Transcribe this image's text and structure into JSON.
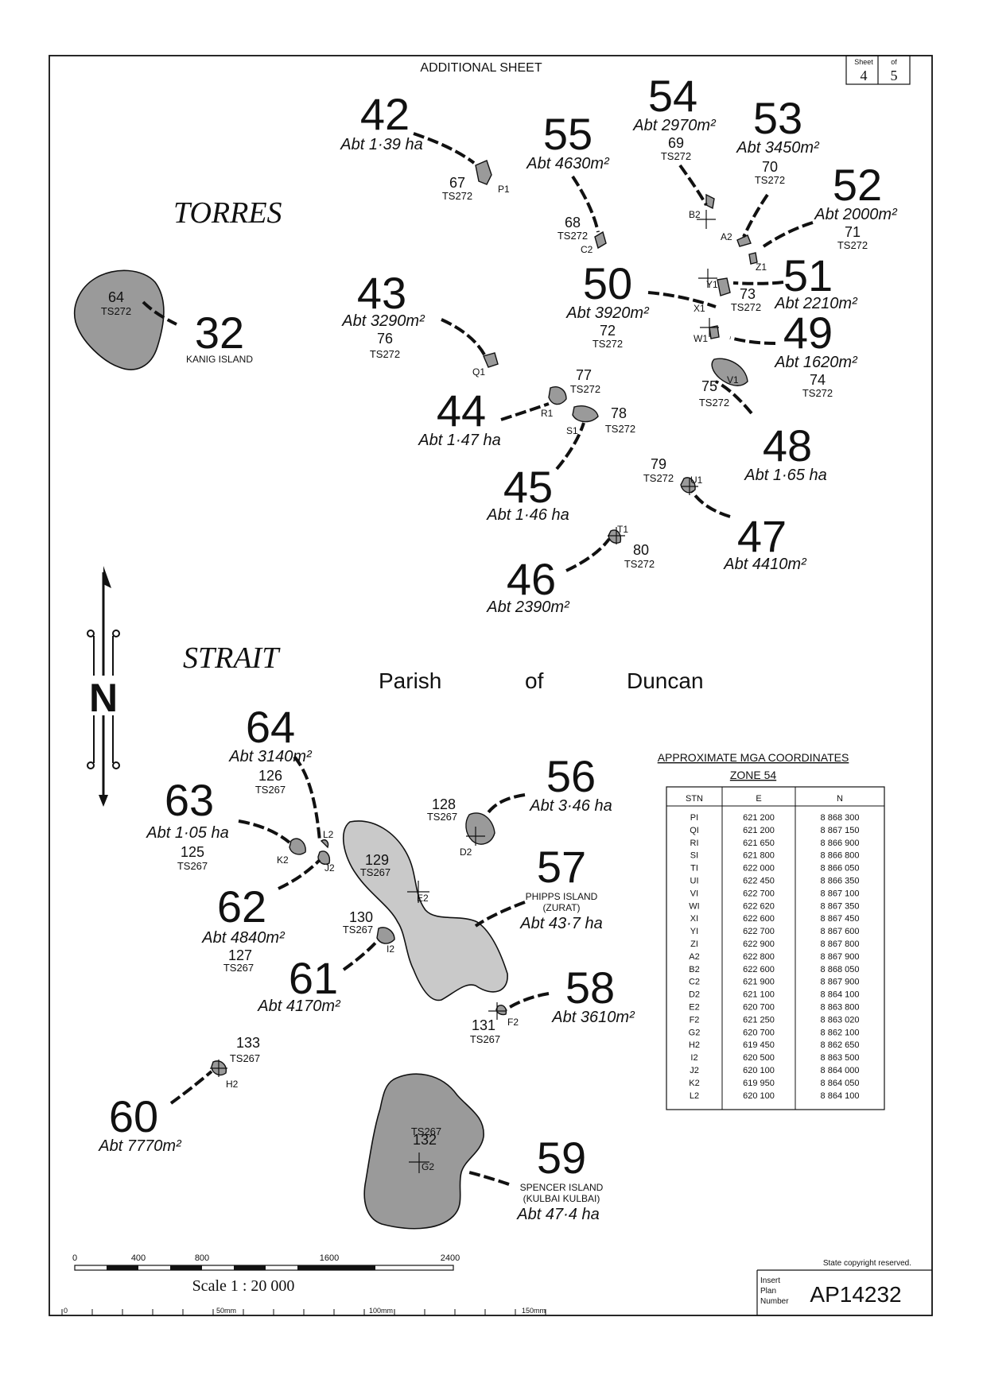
{
  "sheet": {
    "heading": "ADDITIONAL SHEET",
    "sheet_label": "Sheet",
    "sheet_number": "4",
    "of_label": "of",
    "sheet_total": "5",
    "copyright": "State copyright reserved.",
    "insert_label_1": "Insert",
    "insert_label_2": "Plan",
    "insert_label_3": "Number",
    "plan_number": "AP14232"
  },
  "place_names": {
    "torres": "TORRES",
    "strait": "STRAIT",
    "parish": "Parish",
    "of": "of",
    "duncan": "Duncan",
    "north": "N"
  },
  "lots": [
    {
      "id": "42",
      "area": "Abt 1·39 ha",
      "sub_num": "67",
      "sub_ts": "TS272",
      "stn": "P1"
    },
    {
      "id": "55",
      "area": "Abt 4630m²",
      "sub_num": "68",
      "sub_ts": "TS272",
      "stn": "C2"
    },
    {
      "id": "54",
      "area": "Abt 2970m²",
      "sub_num": "69",
      "sub_ts": "TS272",
      "stn": "B2"
    },
    {
      "id": "53",
      "area": "Abt 3450m²",
      "sub_num": "70",
      "sub_ts": "TS272",
      "stn": "A2"
    },
    {
      "id": "52",
      "area": "Abt 2000m²",
      "sub_num": "71",
      "sub_ts": "TS272",
      "stn": "Z1"
    },
    {
      "id": "51",
      "area": "Abt 2210m²",
      "sub_num": "73",
      "sub_ts": "TS272",
      "stn": "Y1"
    },
    {
      "id": "50",
      "area": "Abt 3920m²",
      "sub_num": "72",
      "sub_ts": "TS272",
      "stn": "X1"
    },
    {
      "id": "49",
      "area": "Abt 1620m²",
      "sub_num": "74",
      "sub_ts": "TS272",
      "stn": "W1"
    },
    {
      "id": "48",
      "area": "Abt 1·65 ha",
      "sub_num": "75",
      "sub_ts": "TS272",
      "stn": "V1"
    },
    {
      "id": "43",
      "area": "Abt 3290m²",
      "sub_num": "76",
      "sub_ts": "TS272",
      "stn": "Q1"
    },
    {
      "id": "44",
      "area": "Abt 1·47 ha",
      "sub_num": "77",
      "sub_ts": "TS272",
      "stn": "R1"
    },
    {
      "id": "45",
      "area": "Abt 1·46 ha",
      "sub_num": "78",
      "sub_ts": "TS272",
      "stn": "S1"
    },
    {
      "id": "47",
      "area": "Abt 4410m²",
      "sub_num": "79",
      "sub_ts": "TS272",
      "stn": "U1"
    },
    {
      "id": "46",
      "area": "Abt 2390m²",
      "sub_num": "80",
      "sub_ts": "TS272",
      "stn": "T1"
    },
    {
      "id": "32",
      "area": "KANIG ISLAND",
      "sub_num": "64",
      "sub_ts": "TS272",
      "stn": ""
    },
    {
      "id": "64",
      "area": "Abt 3140m²",
      "sub_num": "126",
      "sub_ts": "TS267",
      "stn": "L2"
    },
    {
      "id": "63",
      "area": "Abt 1·05 ha",
      "sub_num": "125",
      "sub_ts": "TS267",
      "stn": "K2"
    },
    {
      "id": "62",
      "area": "Abt 4840m²",
      "sub_num": "127",
      "sub_ts": "TS267",
      "stn": "J2"
    },
    {
      "id": "61",
      "area": "Abt 4170m²",
      "sub_num": "130",
      "sub_ts": "TS267",
      "stn": "I2"
    },
    {
      "id": "56",
      "area": "Abt 3·46 ha",
      "sub_num": "128",
      "sub_ts": "TS267",
      "stn": "D2"
    },
    {
      "id": "57",
      "area": "Abt 43·7 ha",
      "sub_num": "129",
      "sub_ts": "TS267",
      "stn": "E2",
      "island": "PHIPPS ISLAND",
      "island_alt": "(ZURAT)"
    },
    {
      "id": "58",
      "area": "Abt 3610m²",
      "sub_num": "131",
      "sub_ts": "TS267",
      "stn": "F2"
    },
    {
      "id": "60",
      "area": "Abt 7770m²",
      "sub_num": "133",
      "sub_ts": "TS267",
      "stn": "H2"
    },
    {
      "id": "59",
      "area": "Abt 47·4 ha",
      "sub_num": "132",
      "sub_ts": "TS267",
      "stn": "G2",
      "island": "SPENCER ISLAND",
      "island_alt": "(KULBAI KULBAI)"
    }
  ],
  "coordinates": {
    "title": "APPROXIMATE MGA COORDINATES",
    "zone": "ZONE 54",
    "headers": [
      "STN",
      "E",
      "N"
    ],
    "rows": [
      [
        "PI",
        "621 200",
        "8 868 300"
      ],
      [
        "QI",
        "621 200",
        "8 867 150"
      ],
      [
        "RI",
        "621 650",
        "8 866 900"
      ],
      [
        "SI",
        "621 800",
        "8 866 800"
      ],
      [
        "TI",
        "622 000",
        "8 866 050"
      ],
      [
        "UI",
        "622 450",
        "8 866 350"
      ],
      [
        "VI",
        "622 700",
        "8 867 100"
      ],
      [
        "WI",
        "622 620",
        "8 867 350"
      ],
      [
        "XI",
        "622 600",
        "8 867 450"
      ],
      [
        "YI",
        "622 700",
        "8 867 600"
      ],
      [
        "ZI",
        "622 900",
        "8 867 800"
      ],
      [
        "A2",
        "622 800",
        "8 867 900"
      ],
      [
        "B2",
        "622 600",
        "8 868 050"
      ],
      [
        "C2",
        "621 900",
        "8 867 900"
      ],
      [
        "D2",
        "621 100",
        "8 864 100"
      ],
      [
        "E2",
        "620 700",
        "8 863 800"
      ],
      [
        "F2",
        "621 250",
        "8 863 020"
      ],
      [
        "G2",
        "620 700",
        "8 862 100"
      ],
      [
        "H2",
        "619 450",
        "8 862 650"
      ],
      [
        "I2",
        "620 500",
        "8 863 500"
      ],
      [
        "J2",
        "620 100",
        "8 864 000"
      ],
      [
        "K2",
        "619 950",
        "8 864 050"
      ],
      [
        "L2",
        "620 100",
        "8 864 100"
      ]
    ]
  },
  "scale": {
    "label": "Scale 1 : 20 000",
    "ticks": [
      "0",
      "400",
      "800",
      "1600",
      "2400"
    ],
    "mm_ticks": [
      "0",
      "50mm",
      "100mm",
      "150mm"
    ]
  }
}
